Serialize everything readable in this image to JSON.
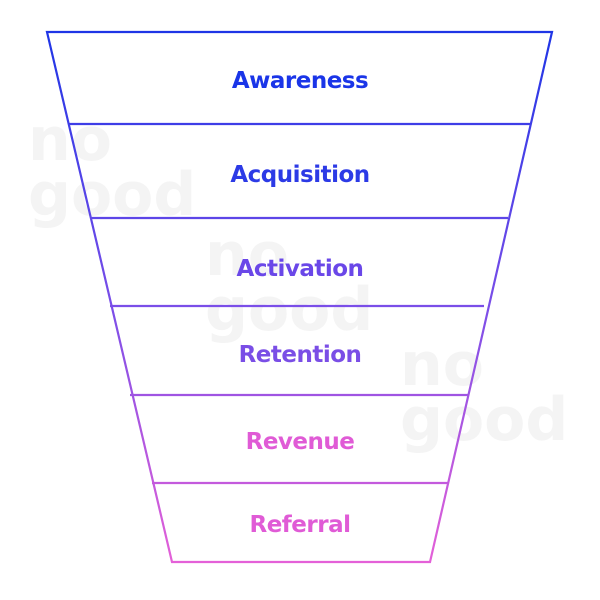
{
  "watermark": {
    "line1": "no",
    "line2": "good"
  },
  "funnel": {
    "stages": [
      {
        "label": "Awareness",
        "color": "#1a35e8"
      },
      {
        "label": "Acquisition",
        "color": "#2c3ae6"
      },
      {
        "label": "Activation",
        "color": "#6a47e8"
      },
      {
        "label": "Retention",
        "color": "#7a4ee6"
      },
      {
        "label": "Revenue",
        "color": "#e05bd6"
      },
      {
        "label": "Referral",
        "color": "#e05bd6"
      }
    ],
    "gradient": {
      "top": "#1f35e6",
      "middle": "#7b4ee8",
      "bottom": "#e460d8"
    }
  }
}
